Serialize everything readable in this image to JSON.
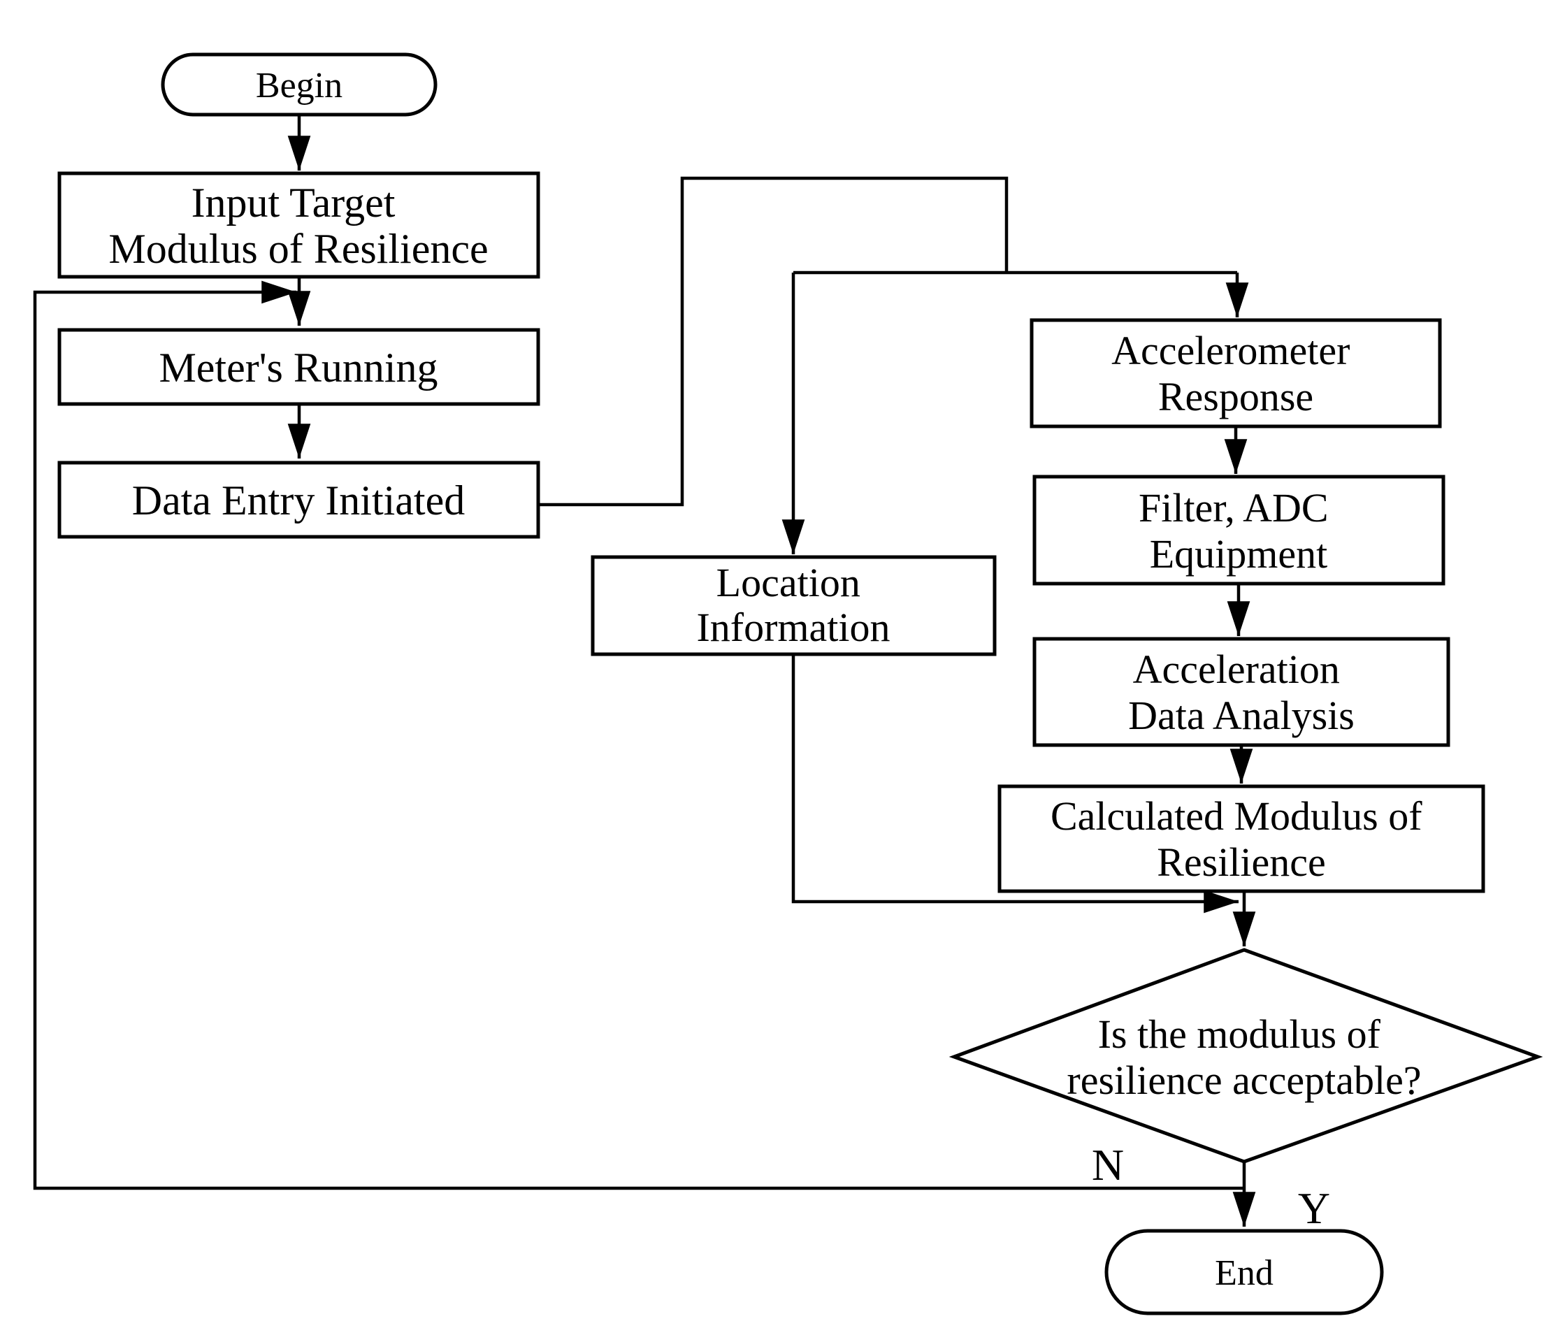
{
  "diagram_type": "flowchart",
  "colors": {
    "line": "#000000",
    "shape_fill": "#ffffff",
    "text": "#000000",
    "background": "#ffffff"
  },
  "nodes": {
    "begin": {
      "type": "terminator",
      "label": "Begin"
    },
    "input_target": {
      "type": "process",
      "line1": "Input Target",
      "line2": "Modulus of Resilience"
    },
    "meters_running": {
      "type": "process",
      "label": "Meter's Running"
    },
    "data_entry": {
      "type": "process",
      "label": "Data Entry Initiated"
    },
    "location": {
      "type": "process",
      "line1": "Location",
      "line2": "Information"
    },
    "accelerometer": {
      "type": "process",
      "line1": "Accelerometer",
      "line2": "Response"
    },
    "filter_adc": {
      "type": "process",
      "line1": "Filter, ADC",
      "line2": "Equipment"
    },
    "acceleration_analysis": {
      "type": "process",
      "line1": "Acceleration",
      "line2": "Data Analysis"
    },
    "calculated_modulus": {
      "type": "process",
      "line1": "Calculated Modulus of",
      "line2": "Resilience"
    },
    "decision": {
      "type": "decision",
      "line1": "Is the modulus of",
      "line2": "resilience acceptable?"
    },
    "end": {
      "type": "terminator",
      "label": "End"
    }
  },
  "edge_labels": {
    "no": "N",
    "yes": "Y"
  }
}
